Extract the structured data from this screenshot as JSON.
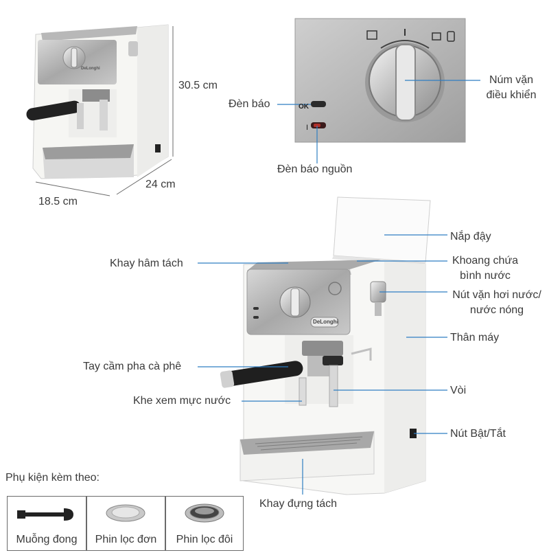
{
  "dimensions": {
    "height": "30.5 cm",
    "depth": "24 cm",
    "width": "18.5 cm"
  },
  "panel": {
    "indicator_label": "Đèn báo",
    "power_indicator_label": "Đèn báo nguồn",
    "knob_label_line1": "Núm vặn",
    "knob_label_line2": "điều khiển",
    "ok_text": "OK",
    "power_symbol": "I"
  },
  "parts": {
    "lid": "Nắp đậy",
    "tank_line1": "Khoang chứa",
    "tank_line2": "bình nước",
    "steam_line1": "Nút vặn hơi nước/",
    "steam_line2": "nước nóng",
    "body": "Thân máy",
    "spout": "Vòi",
    "power_button": "Nút Bật/Tắt",
    "cup_warmer": "Khay hâm tách",
    "portafilter": "Tay cầm pha cà phê",
    "water_window": "Khe xem mực nước",
    "drip_tray": "Khay đựng tách"
  },
  "brand": "DeLonghi",
  "accessories": {
    "title": "Phụ kiện kèm theo:",
    "items": [
      {
        "name": "Muỗng đong",
        "icon": "measuring-spoon-icon"
      },
      {
        "name": "Phin lọc đơn",
        "icon": "single-filter-icon"
      },
      {
        "name": "Phin lọc đôi",
        "icon": "double-filter-icon"
      }
    ]
  },
  "colors": {
    "line": "#2f7ec2",
    "dim_line": "#6a6a6a",
    "body": "#f7f7f5",
    "steel": "#a9a9a9"
  }
}
